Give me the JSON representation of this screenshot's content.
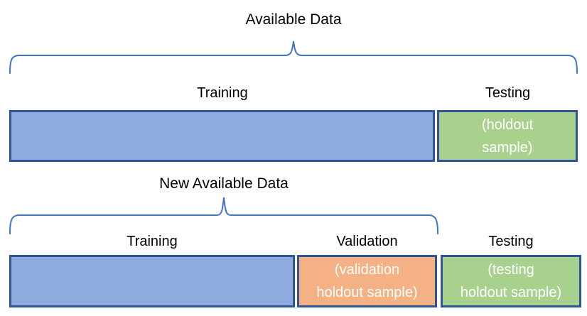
{
  "diagram": {
    "top": {
      "brace_label": "Available Data",
      "segments": [
        {
          "name": "training",
          "label": "Training",
          "box_text": "",
          "fill": "blue"
        },
        {
          "name": "testing",
          "label": "Testing",
          "box_text": "(holdout\nsample)",
          "fill": "green"
        }
      ]
    },
    "bottom": {
      "brace_label": "New Available Data",
      "segments": [
        {
          "name": "training",
          "label": "Training",
          "box_text": "",
          "fill": "blue"
        },
        {
          "name": "validation",
          "label": "Validation",
          "box_text": "(validation\nholdout sample)",
          "fill": "orange"
        },
        {
          "name": "testing",
          "label": "Testing",
          "box_text": "(testing\nholdout sample)",
          "fill": "green"
        }
      ]
    }
  },
  "colors": {
    "segment_blue": "#8FAADC",
    "segment_green": "#A9D18E",
    "segment_orange": "#F4B183",
    "segment_border": "#2F5597",
    "brace_blue": "#4472C4",
    "label_text": "#000000",
    "box_text": "#FFFFFF"
  }
}
